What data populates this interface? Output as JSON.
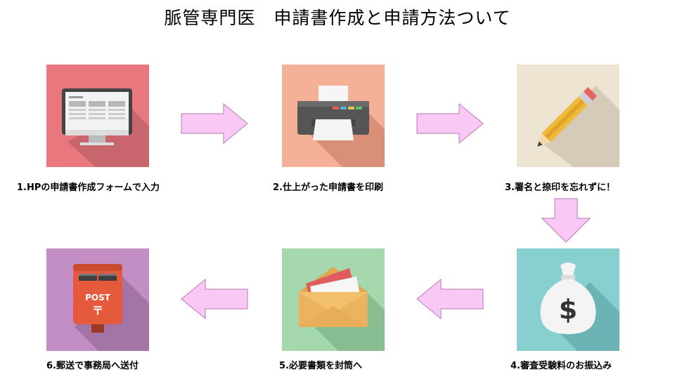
{
  "title": "脈管専門医　申請書作成と申請方法ついて",
  "steps": [
    {
      "label": "1.HPの申請書作成フォームで入力",
      "icon": "computer-monitor-icon",
      "color": "#e8787e"
    },
    {
      "label": "2.仕上がった申請書を印刷",
      "icon": "printer-icon",
      "color": "#f5b197"
    },
    {
      "label": "3.署名と捺印を忘れずに！",
      "icon": "pencil-icon",
      "color": "#ede4d2"
    },
    {
      "label": "4.審査受験料のお振込み",
      "icon": "money-bag-icon",
      "color": "#88cfd0"
    },
    {
      "label": "5.必要書類を封筒へ",
      "icon": "envelope-icon",
      "color": "#a6d8ae"
    },
    {
      "label": "6.郵送で事務局へ送付",
      "icon": "postbox-icon",
      "color": "#c38ec3"
    }
  ],
  "postbox_text": "POST",
  "postbox_mark": "〒",
  "currency_mark": "$",
  "arrow_color": "#f9c8f4"
}
